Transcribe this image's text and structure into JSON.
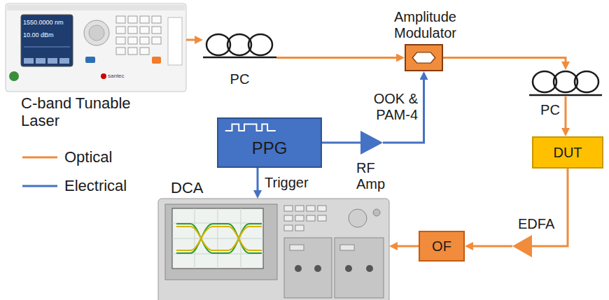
{
  "diagram": {
    "nodes": [
      {
        "text": [
          "C-band Tunable Laser"
        ]
      },
      {
        "text": [
          "PC"
        ]
      },
      {
        "text": [
          "Amplitude Modulator"
        ]
      },
      {
        "text": [
          "PC"
        ]
      },
      {
        "text": [
          "PPG"
        ]
      },
      {
        "text": [
          "RF Amp"
        ]
      },
      {
        "text": [
          "DUT"
        ]
      },
      {
        "text": [
          "DCA"
        ]
      },
      {
        "text": [
          "EDFA"
        ]
      },
      {
        "text": [
          "OF"
        ]
      }
    ],
    "edges": [
      {
        "from": 0,
        "to": 1,
        "arrow": "to"
      },
      {
        "from": 1,
        "to": 2,
        "arrow": "to"
      },
      {
        "from": 2,
        "to": 3,
        "arrow": "to"
      },
      {
        "from": 3,
        "to": 6,
        "arrow": "to"
      },
      {
        "from": 6,
        "to": 8,
        "arrow": "none"
      },
      {
        "from": 8,
        "to": 9,
        "arrow": "to"
      },
      {
        "from": 9,
        "to": 7,
        "arrow": "to"
      },
      {
        "from": 4,
        "to": 5,
        "arrow": "none"
      },
      {
        "from": 5,
        "to": 2,
        "label": "OOK & PAM-4",
        "arrow": "to"
      },
      {
        "from": 4,
        "to": 7,
        "label": "Trigger",
        "arrow": "to"
      }
    ],
    "labels": [
      "1550.0000 nm",
      "10.00 dBm",
      "santec"
    ],
    "legend": [
      {
        "text": "Optical"
      },
      {
        "text": "Electrical"
      }
    ]
  }
}
